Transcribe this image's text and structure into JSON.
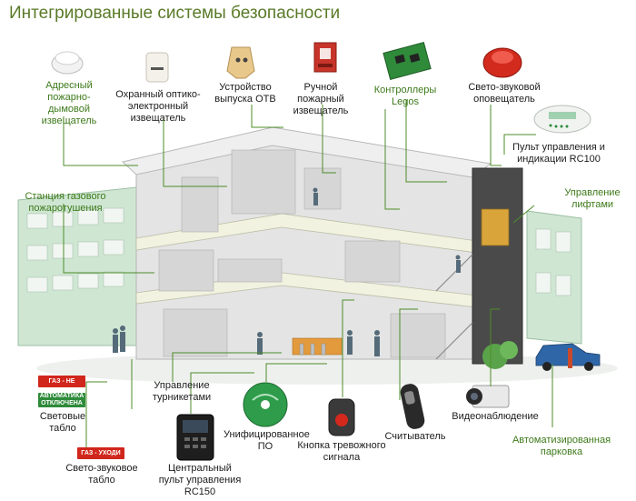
{
  "title": "Интегрированные системы безопасности",
  "labels": {
    "smoke_detector": "Адресный пожарно-дымовой извещатель",
    "optical_detector": "Охранный оптико-электронный извещатель",
    "ots_device": "Устройство выпуска ОТВ",
    "manual_call_point": "Ручной пожарный извещатель",
    "controllers": "Контроллеры Legos",
    "sounder": "Свето-звуковой оповещатель",
    "rc100": "Пульт управления и индикации RC100",
    "gas_station": "Станция газового пожаротушения",
    "elevators": "Управление лифтами",
    "turnstiles": "Управление турникетами",
    "light_boards": "Световые табло",
    "sound_light_board": "Свето-звуковое табло",
    "rc150": "Центральный пульт управления RC150",
    "software": "Унифицированное ПО",
    "alarm_button": "Кнопка тревожного сигнала",
    "reader": "Считыватель",
    "video": "Видеонаблюдение",
    "parking": "Автоматизированная парковка"
  },
  "signs": {
    "gas_no_entry": "ГАЗ - НЕ ВХОДИ",
    "auto_off_1": "АВТОМАТИКА",
    "auto_off_2": "ОТКЛЮЧЕНА",
    "gas_leave": "ГАЗ - УХОДИ"
  },
  "colors": {
    "title": "#5a7a28",
    "callout_line": "#4d8c2a",
    "sign_red": "#d0261c",
    "sign_green": "#2e8b3a"
  }
}
